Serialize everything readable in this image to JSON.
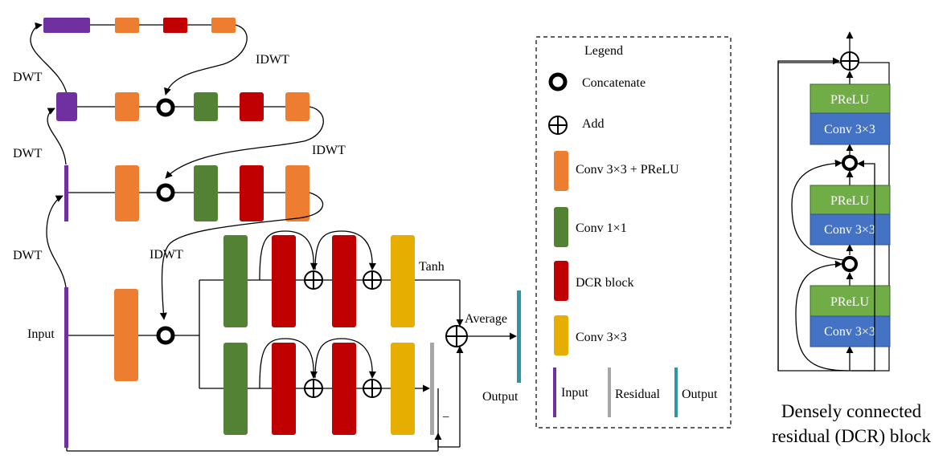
{
  "colors": {
    "orange": "#ED7D31",
    "green": "#548235",
    "red": "#C00000",
    "yellow": "#E6AE00",
    "purple": "#7030A0",
    "gray": "#A6A6A6",
    "teal": "#2E95A3",
    "prelu_fill": "#70AD47",
    "conv_fill": "#4472C4"
  },
  "main": {
    "dwt_label": "DWT",
    "idwt_label": "IDWT",
    "input_label": "Input",
    "output_label": "Output",
    "tanh_label": "Tanh",
    "average_label": "Average",
    "minus_label": "−"
  },
  "legend": {
    "title": "Legend",
    "items": [
      {
        "icon": "concatenate-icon",
        "label": "Concatenate"
      },
      {
        "icon": "add-icon",
        "label": "Add"
      },
      {
        "icon": "orange-block",
        "label": "Conv 3×3 + PReLU"
      },
      {
        "icon": "green-block",
        "label": "Conv 1×1"
      },
      {
        "icon": "red-block",
        "label": "DCR block"
      },
      {
        "icon": "yellow-block",
        "label": "Conv 3×3"
      }
    ],
    "bars": [
      {
        "icon": "purple-bar",
        "label": "Input"
      },
      {
        "icon": "gray-bar",
        "label": "Residual"
      },
      {
        "icon": "teal-bar",
        "label": "Output"
      }
    ]
  },
  "dcr": {
    "prelu_label": "PReLU",
    "conv_label": "Conv 3×3",
    "caption_line1": "Densely connected",
    "caption_line2": "residual (DCR) block"
  }
}
